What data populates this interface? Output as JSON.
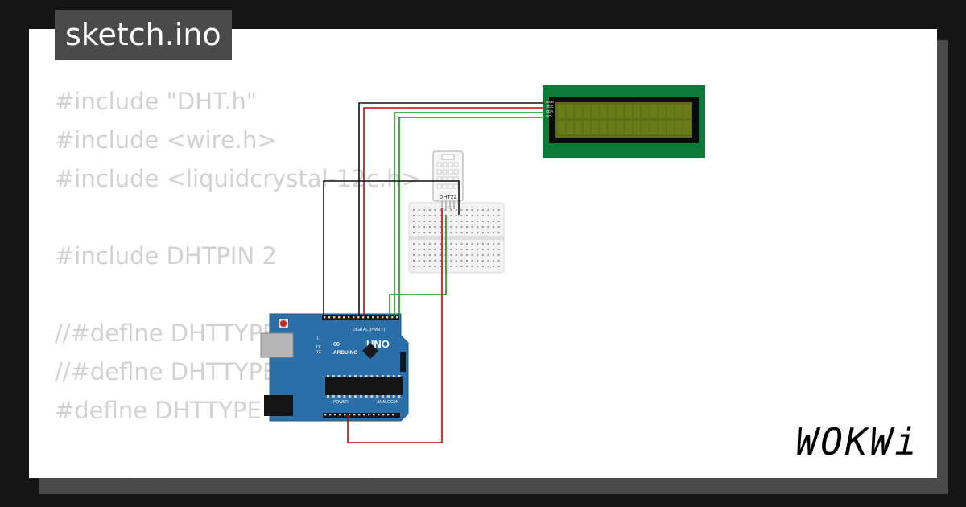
{
  "file_tab": {
    "name": "sketch.ino"
  },
  "code": {
    "lines": [
      "#include \"DHT.h\"",
      "#include <wire.h>",
      "#include <liquidcrystal-12c.h>",
      "",
      "#include DHTPIN 2",
      "",
      "//#deflne DHTTYPE",
      "//#deflne DHTTYPE",
      "#deflne DHTTYPE",
      "",
      "DHT dht(DHTPIN, DHTTYPE);"
    ]
  },
  "circuit": {
    "sensor_label": "DHT22",
    "arduino_brand": "ARDUINO",
    "arduino_model": "UNO",
    "digital_header_label": "DIGITAL (PWM ~)",
    "power_label": "POWER",
    "analog_label": "ANALOG IN",
    "tx_label": "TX",
    "rx_label": "RX",
    "l_label": "L",
    "lcd_pins": [
      "GND",
      "VCC",
      "SDA",
      "SCL"
    ],
    "colors": {
      "board_blue": "#2a6fa8",
      "lcd_green": "#0e7a3a",
      "lcd_screen": "#5e6e14",
      "wire_black": "#111111",
      "wire_red": "#d40000",
      "wire_green": "#119911"
    }
  },
  "brand": {
    "logo": "WOKWi"
  }
}
